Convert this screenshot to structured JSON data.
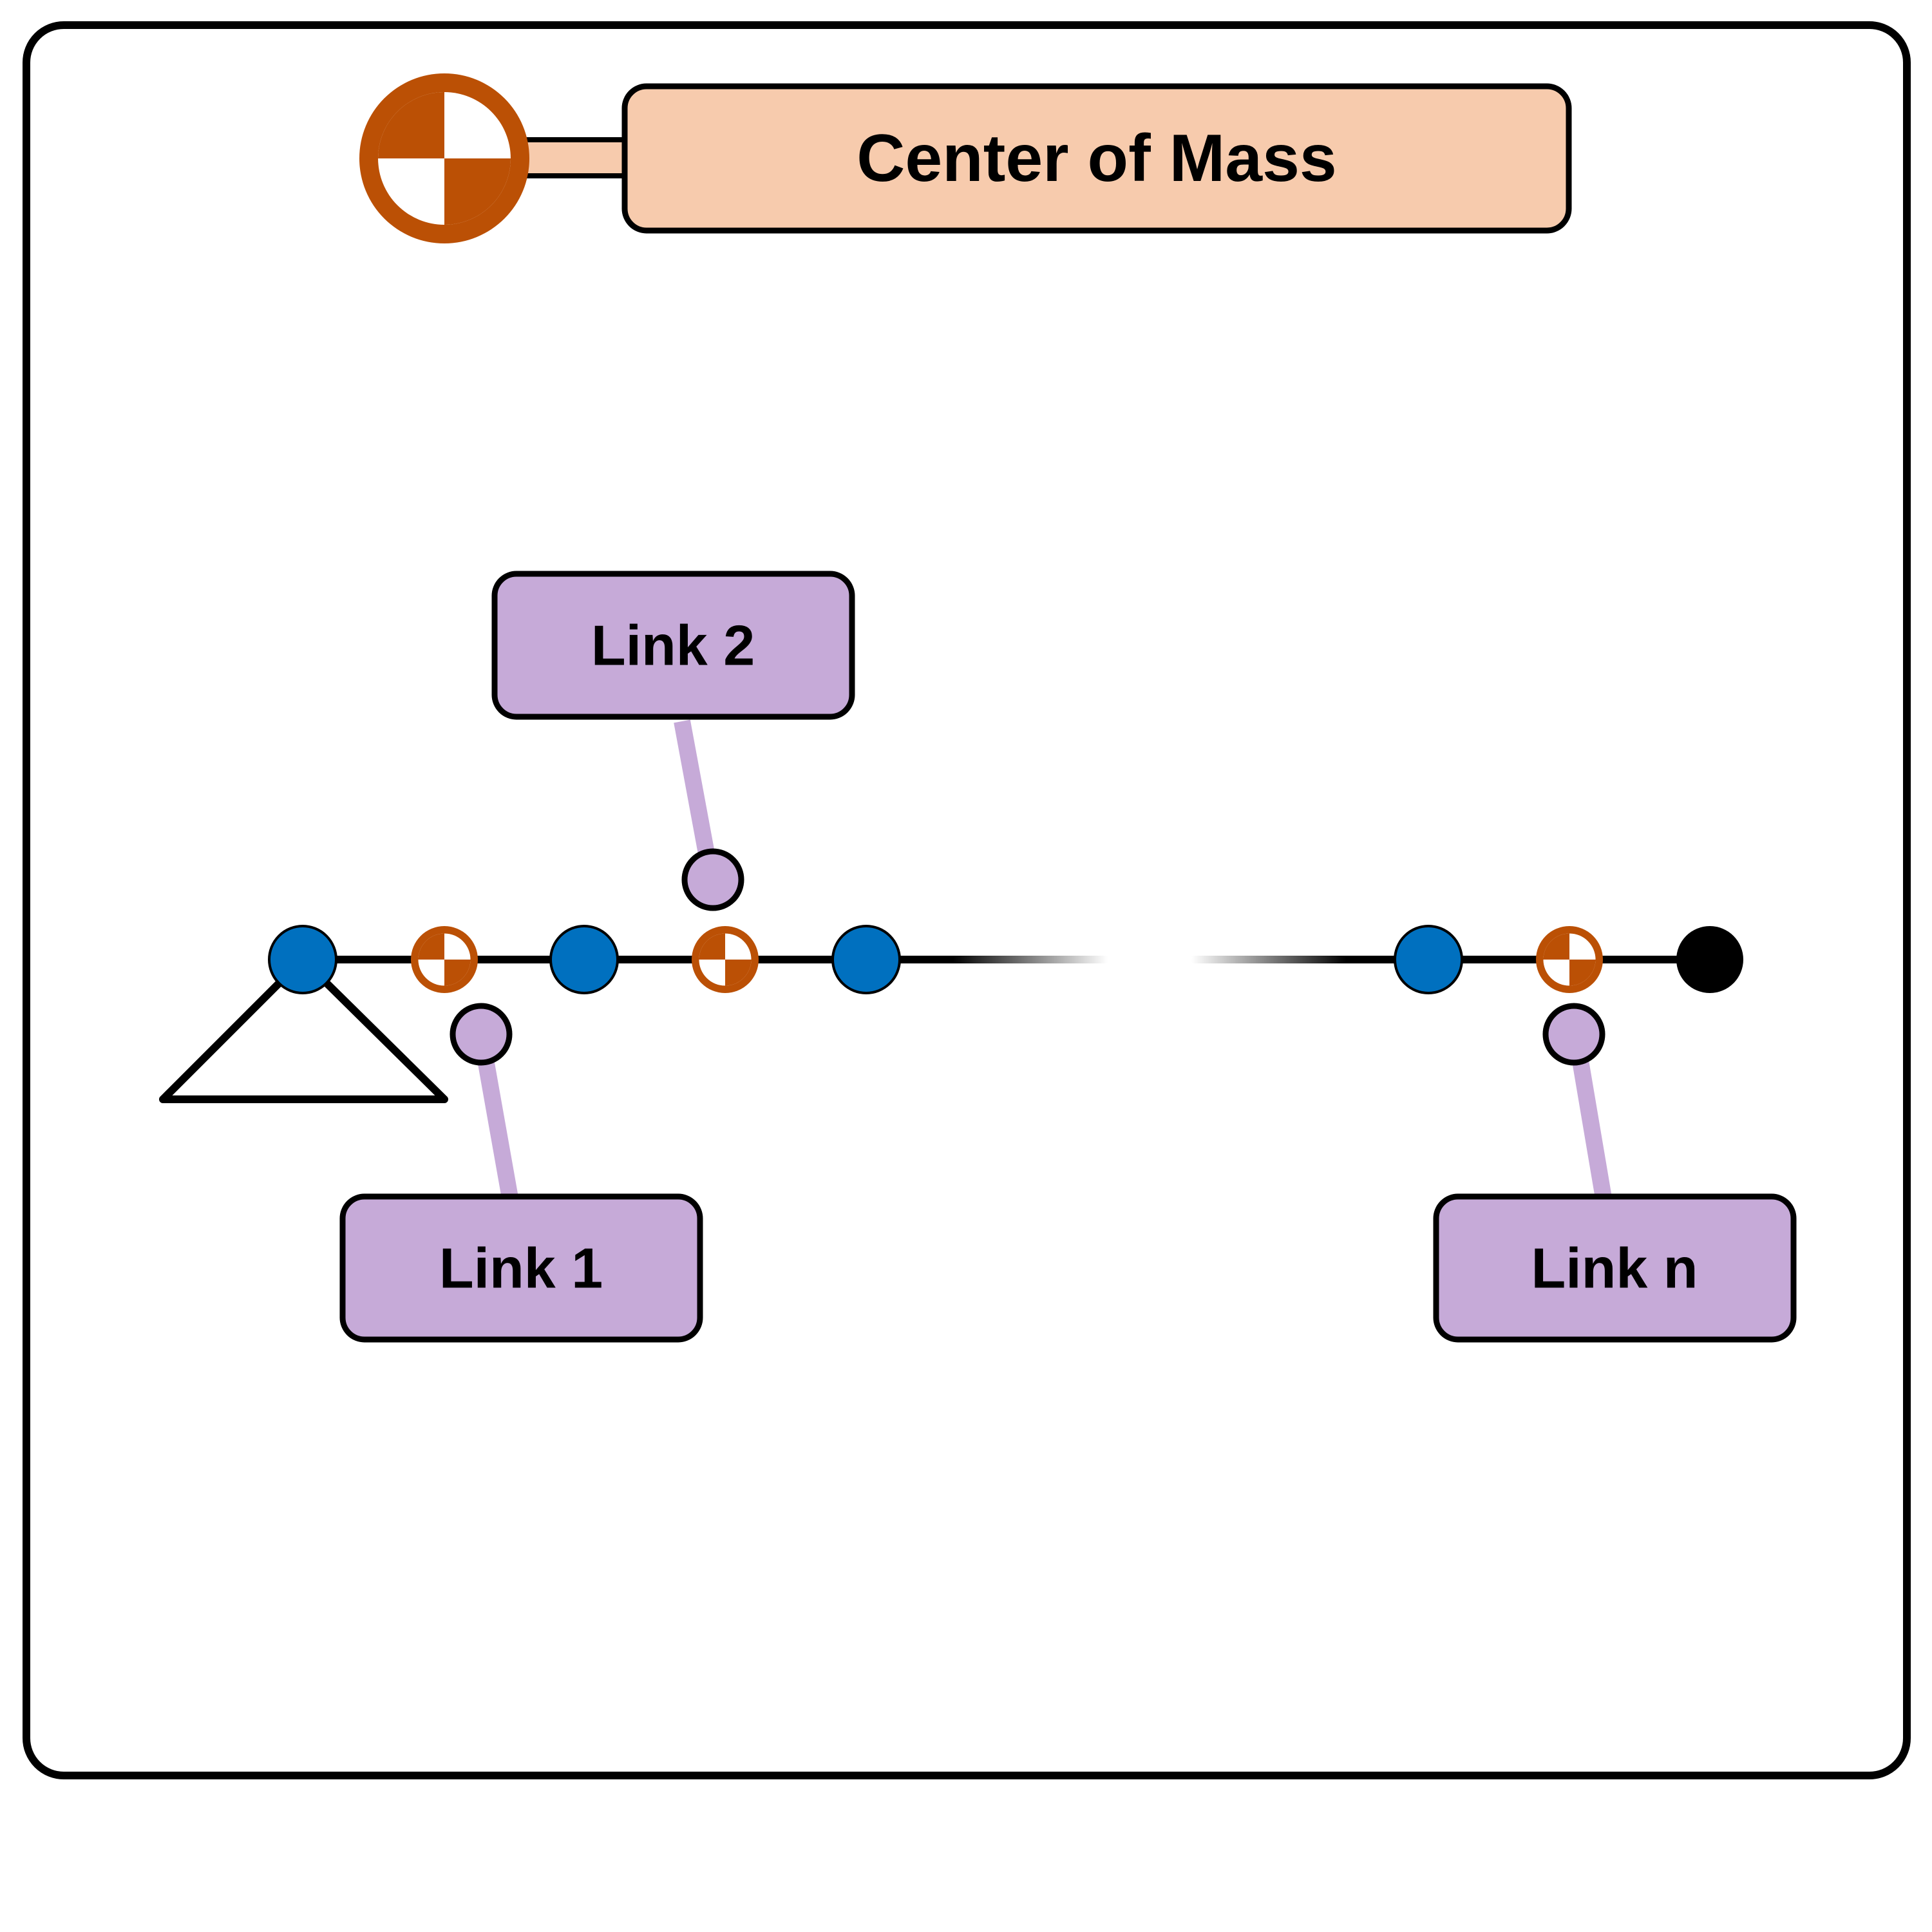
{
  "legend": {
    "label": "Center of Mass"
  },
  "links": [
    {
      "label": "Link 1"
    },
    {
      "label": "Link 2"
    },
    {
      "label": "Link n"
    }
  ],
  "colors": {
    "joint": "#0070bf",
    "center_of_mass": "#bb5005",
    "link_box": "#c6aad8",
    "legend_box": "#f7cbad",
    "end_effector": "#000000",
    "outline": "#000000"
  }
}
